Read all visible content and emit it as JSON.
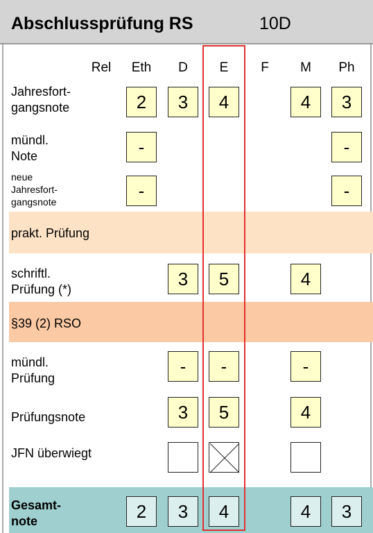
{
  "header": {
    "title": "Abschlussprüfung RS",
    "class_id": "10D"
  },
  "subjects": [
    "Rel",
    "Eth",
    "D",
    "E",
    "F",
    "M",
    "Ph"
  ],
  "rows": {
    "jahresfortgangsnote": {
      "label_1": "Jahresfort-",
      "label_2": "gangsnote",
      "grades": {
        "Eth": "2",
        "D": "3",
        "E": "4",
        "M": "4",
        "Ph": "3"
      }
    },
    "muendl_note": {
      "label_1": "mündl.",
      "label_2": "Note",
      "grades": {
        "Eth": "-",
        "Ph": "-"
      }
    },
    "neue_jfn": {
      "label_1": "neue",
      "label_2": "Jahresfort-",
      "label_3": "gangsnote",
      "grades": {
        "Eth": "-",
        "Ph": "-"
      }
    },
    "prakt_pruefung": {
      "label": "prakt. Prüfung"
    },
    "schriftl_pruefung": {
      "label_1": "schriftl.",
      "label_2": "Prüfung (*)",
      "grades": {
        "D": "3",
        "E": "5",
        "M": "4"
      }
    },
    "rso": {
      "label": "§39 (2) RSO"
    },
    "muendl_pruefung": {
      "label_1": "mündl.",
      "label_2": "Prüfung",
      "grades": {
        "D": "-",
        "E": "-",
        "M": "-"
      }
    },
    "pruefungsnote": {
      "label": "Prüfungsnote",
      "grades": {
        "D": "3",
        "E": "5",
        "M": "4"
      }
    },
    "jfn_ueberwiegt": {
      "label": "JFN überwiegt",
      "checked": {
        "D": false,
        "E": true,
        "M": false
      }
    },
    "gesamtnote": {
      "label_1": "Gesamt-",
      "label_2": "note",
      "grades": {
        "Eth": "2",
        "D": "3",
        "E": "4",
        "M": "4",
        "Ph": "3"
      }
    }
  },
  "highlight": {
    "subject": "E",
    "color": "#e0302f"
  },
  "colors": {
    "grade_fill": "#ffffcc",
    "final_fill": "#dcefef",
    "band_prakt": "#fde2c6",
    "band_rso": "#fbc9a3",
    "band_gesamt": "#9fd0cf"
  }
}
